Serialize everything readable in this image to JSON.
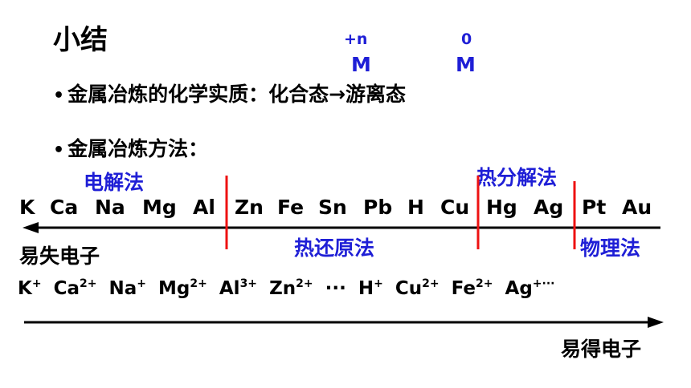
{
  "slide": {
    "title": "小结",
    "oxidation_states": {
      "left_charge": "+n",
      "left_symbol": "M",
      "right_charge": "0",
      "right_symbol": "M"
    },
    "bullet1": "金属冶炼的化学实质：化合态→游离态",
    "bullet2": "金属冶炼方法：",
    "bullet_marker": "•",
    "activity_series": [
      "K",
      "Ca",
      "Na",
      "Mg",
      "Al",
      "Zn",
      "Fe",
      "Sn",
      "Pb",
      "H",
      "Cu",
      "Hg",
      "Ag",
      "Pt",
      "Au"
    ],
    "methods": {
      "electrolysis": "电解法",
      "thermal_decomposition": "热分解法",
      "thermal_reduction": "热还原法",
      "physical": "物理法"
    },
    "lose_electrons": "易失电子",
    "gain_electrons": "易得电子",
    "ions": [
      {
        "symbol": "K",
        "charge": "+"
      },
      {
        "symbol": "Ca",
        "charge": "2+"
      },
      {
        "symbol": "Na",
        "charge": "+"
      },
      {
        "symbol": "Mg",
        "charge": "2+"
      },
      {
        "symbol": "Al",
        "charge": "3+"
      },
      {
        "symbol": "Zn",
        "charge": "2+"
      },
      {
        "symbol": "···",
        "charge": ""
      },
      {
        "symbol": "H",
        "charge": "+"
      },
      {
        "symbol": "Cu",
        "charge": "2+"
      },
      {
        "symbol": "Fe",
        "charge": "2+"
      },
      {
        "symbol": "Ag",
        "charge": "+···"
      }
    ],
    "colors": {
      "text": "#000000",
      "method_labels": "#1f1fd6",
      "divider_lines": "#ee1111",
      "arrows": "#000000"
    }
  }
}
